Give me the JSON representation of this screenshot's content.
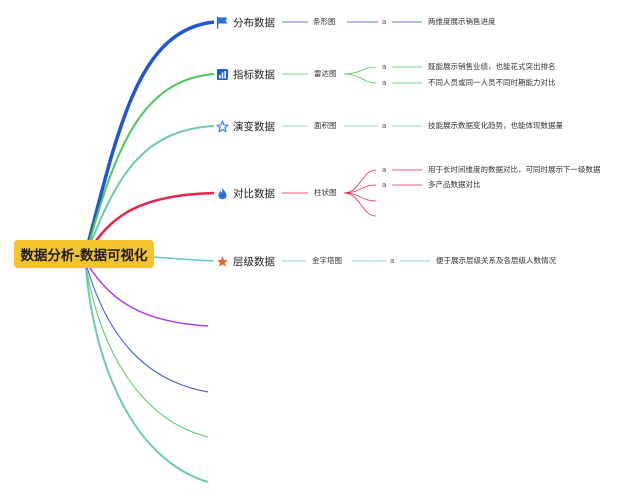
{
  "root": {
    "label": "数据分析-数据可视化"
  },
  "topics": [
    {
      "label": "分布数据",
      "icon": "flag-icon",
      "color": "#1e56d6",
      "sub": {
        "label": "条形图"
      },
      "marker": "a",
      "leaves": [
        "两维度展示销售进度"
      ]
    },
    {
      "label": "指标数据",
      "icon": "chart-icon",
      "color": "#4cc75a",
      "sub": {
        "label": "雷达图"
      },
      "marker": "a",
      "leaves": [
        "既能展示销售业绩，也能花式突出排名",
        "不同人员或同一人员不同时期能力对比"
      ]
    },
    {
      "label": "演变数据",
      "icon": "star-outline-icon",
      "color": "#6ccab0",
      "sub": {
        "label": "面积图"
      },
      "marker": "a",
      "leaves": [
        "技能展示数据变化趋势，也能体现数据量"
      ]
    },
    {
      "label": "对比数据",
      "icon": "flame-icon",
      "color": "#e8244a",
      "sub": {
        "label": "柱状图"
      },
      "marker": "a",
      "leaves": [
        "用于长时间维度的数据对比，可同时展示下一级数据",
        "多产品数据对比"
      ]
    },
    {
      "label": "层级数据",
      "icon": "star-icon",
      "color": "#62c8cf",
      "sub": {
        "label": "金字塔图"
      },
      "marker": "a",
      "leaves": [
        "便于展示层级关系及各层级人数情况"
      ]
    }
  ],
  "colors": {
    "root_fill": "#f5c42c",
    "purple": "#b23be0",
    "blue": "#2d58cc",
    "green": "#52c86a",
    "teal": "#6ccab0"
  }
}
